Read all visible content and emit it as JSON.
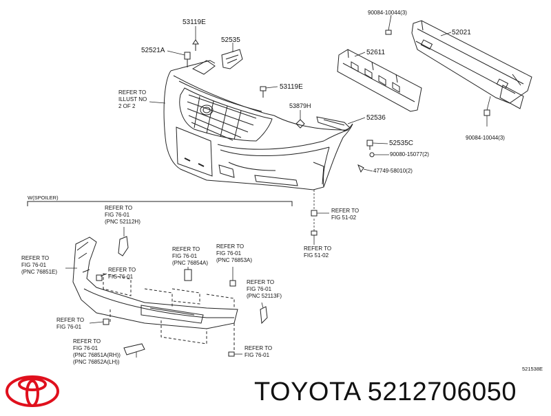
{
  "parts": {
    "p53119e_top": "53119E",
    "p52535": "52535",
    "p52521a": "52521A",
    "p53119e_mid": "53119E",
    "p90084_top": "90084-10044(3)",
    "p52021": "52021",
    "p52611": "52611",
    "p53879h": "53879H",
    "p52536": "52536",
    "p52535c": "52535C",
    "p90080": "90080-15077(2)",
    "p47749": "47749-58010(2)",
    "p90084_bot": "90084-10044(3)"
  },
  "refs": {
    "illust": [
      "REFER TO",
      "ILLUST NO",
      "2 OF 2"
    ],
    "fig51_a": [
      "REFER TO",
      "FIG 51-02"
    ],
    "fig51_b": [
      "REFER TO",
      "FIG 51-02"
    ],
    "pnc52112h": [
      "REFER TO",
      "FIG 76-01",
      "(PNC 52112H)"
    ],
    "pnc76851e": [
      "REFER TO",
      "FIG 76-01",
      "(PNC 76851E)"
    ],
    "fig76_a": [
      "REFER TO",
      "FIG 76-01"
    ],
    "pnc76854a": [
      "REFER TO",
      "FIG 76-01",
      "(PNC 76854A)"
    ],
    "pnc76853a": [
      "REFER TO",
      "FIG 76-01",
      "(PNC 76853A)"
    ],
    "pnc52113f": [
      "REFER TO",
      "FIG 76-01",
      "(PNC 52113F)"
    ],
    "fig76_b": [
      "REFER TO",
      "FIG 76-01"
    ],
    "pnc76851a": [
      "REFER TO",
      "FIG 76-01",
      "(PNC 76851A(RH))",
      "(PNC 76852A(LH))"
    ],
    "fig76_c": [
      "REFER TO",
      "FIG 76-01"
    ]
  },
  "spoiler_label": "W(SPOILER)",
  "illustration_code": "521538E",
  "brand_text": "TOYOTA 5212706050",
  "colors": {
    "logo_red": "#e0101d",
    "line": "#222222"
  }
}
